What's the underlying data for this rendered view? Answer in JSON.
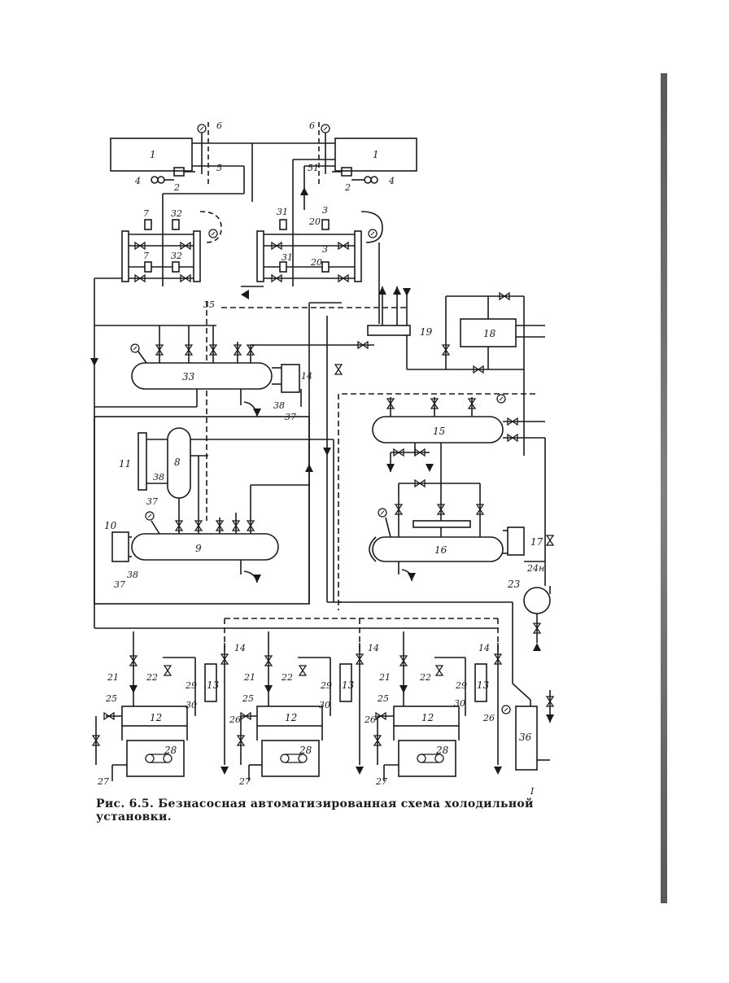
{
  "figure": {
    "caption": "Рис. 6.5. Безнасосная автоматизированная схема холодильной установки.",
    "page_mark": "I"
  },
  "colors": {
    "ink": "#1a1a1a",
    "paper": "#ffffff"
  },
  "equipment": {
    "condenser": "1",
    "separator_33": "33",
    "receiver_8": "8",
    "vessel_9": "9",
    "level_11": "11",
    "level_10": "10",
    "vessel_15": "15",
    "vessel_16": "16",
    "level_17": "17",
    "unit_18": "18",
    "manifold_19": "19",
    "pump_23": "23",
    "tank_36": "36",
    "compressor": "12",
    "separator_13": "13",
    "motor": "28"
  },
  "labels": {
    "n2": "2",
    "n3": "3",
    "n4": "4",
    "n5": "5",
    "n51": "51",
    "n6": "6",
    "n7": "7",
    "n14": "14",
    "n20": "20",
    "n21": "21",
    "n22": "22",
    "n24": "24н",
    "n25": "25",
    "n26": "26",
    "n27": "27",
    "n29": "29",
    "n30": "30",
    "n31": "31",
    "n32": "32",
    "n35": "35",
    "n37": "37",
    "n38": "38"
  }
}
